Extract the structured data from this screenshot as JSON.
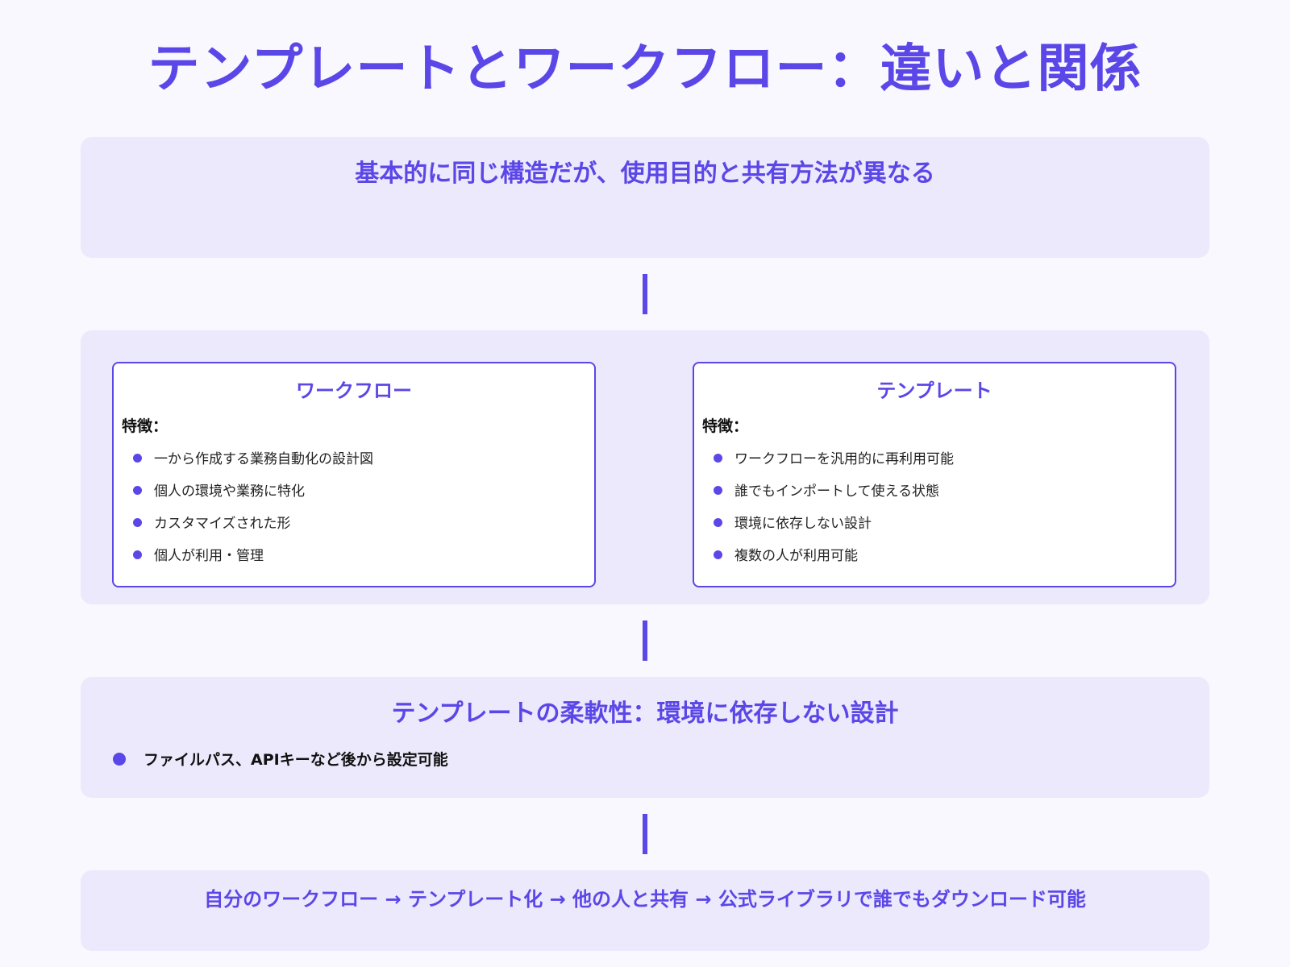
{
  "title": "テンプレートとワークフロー：違いと関係",
  "colors": {
    "accent": "#5b47e8",
    "panel_bg": "#ebe9fb",
    "page_bg": "#f8f8fe"
  },
  "summary": {
    "heading": "基本的に同じ構造だが、使用目的と共有方法が異なる"
  },
  "comparison": {
    "workflow": {
      "title": "ワークフロー",
      "features_label": "特徴：",
      "items": [
        "一から作成する業務自動化の設計図",
        "個人の環境や業務に特化",
        "カスタマイズされた形",
        "個人が利用・管理"
      ]
    },
    "template": {
      "title": "テンプレート",
      "features_label": "特徴：",
      "items": [
        "ワークフローを汎用的に再利用可能",
        "誰でもインポートして使える状態",
        "環境に依存しない設計",
        "複数の人が利用可能"
      ]
    }
  },
  "flexibility": {
    "heading": "テンプレートの柔軟性：環境に依存しない設計",
    "items": [
      "ファイルパス、APIキーなど後から設定可能"
    ]
  },
  "flow": {
    "text": "自分のワークフロー → テンプレート化 → 他の人と共有 → 公式ライブラリで誰でもダウンロード可能"
  }
}
